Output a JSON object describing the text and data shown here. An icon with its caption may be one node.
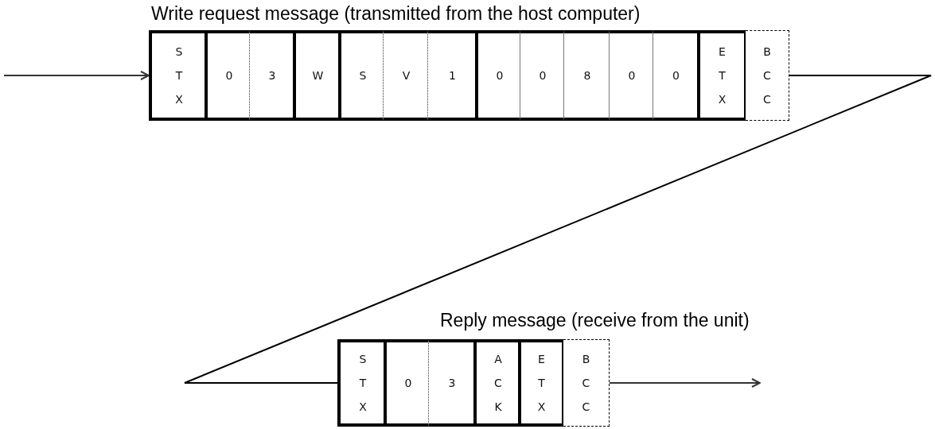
{
  "diagram": {
    "nodes": [
      {
        "text": [
          "S T X"
        ]
      },
      {
        "text": [
          "0"
        ]
      },
      {
        "text": [
          "3"
        ]
      },
      {
        "text": [
          "W"
        ]
      },
      {
        "text": [
          "S"
        ]
      },
      {
        "text": [
          "V"
        ]
      },
      {
        "text": [
          "1"
        ]
      },
      {
        "text": [
          "0"
        ]
      },
      {
        "text": [
          "0"
        ]
      },
      {
        "text": [
          "8"
        ]
      },
      {
        "text": [
          "0"
        ]
      },
      {
        "text": [
          "0"
        ]
      },
      {
        "text": [
          "E T X"
        ]
      },
      {
        "text": [
          "B C C"
        ]
      },
      {
        "text": [
          "S T X"
        ]
      },
      {
        "text": [
          "0"
        ]
      },
      {
        "text": [
          "3"
        ]
      },
      {
        "text": [
          "A C K"
        ]
      },
      {
        "text": [
          "E T X"
        ]
      },
      {
        "text": [
          "B C C"
        ]
      }
    ],
    "edges": [
      {
        "from": null,
        "to": 0,
        "arrow": "to"
      },
      {
        "from": 13,
        "to": 14,
        "arrow": "none"
      },
      {
        "from": 19,
        "to": null,
        "arrow": "to"
      }
    ],
    "labels": [
      "Write request message (transmitted from the host computer)",
      "Reply message (receive from the unit)"
    ]
  }
}
